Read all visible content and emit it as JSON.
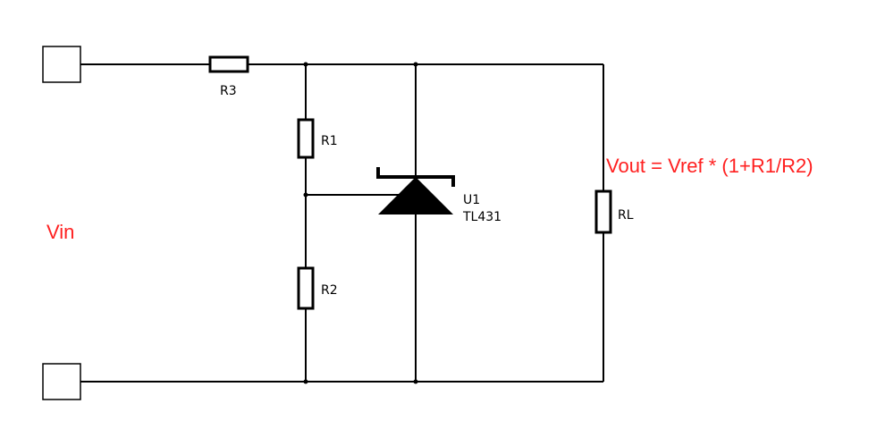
{
  "labels": {
    "r3": "R3",
    "r1": "R1",
    "r2": "R2",
    "rl": "RL",
    "u1_ref": "U1",
    "u1_part": "TL431",
    "vin": "Vin",
    "formula": "Vout = Vref * (1+R1/R2)"
  },
  "colors": {
    "wire": "#000000",
    "annotation": "#ff2020"
  }
}
